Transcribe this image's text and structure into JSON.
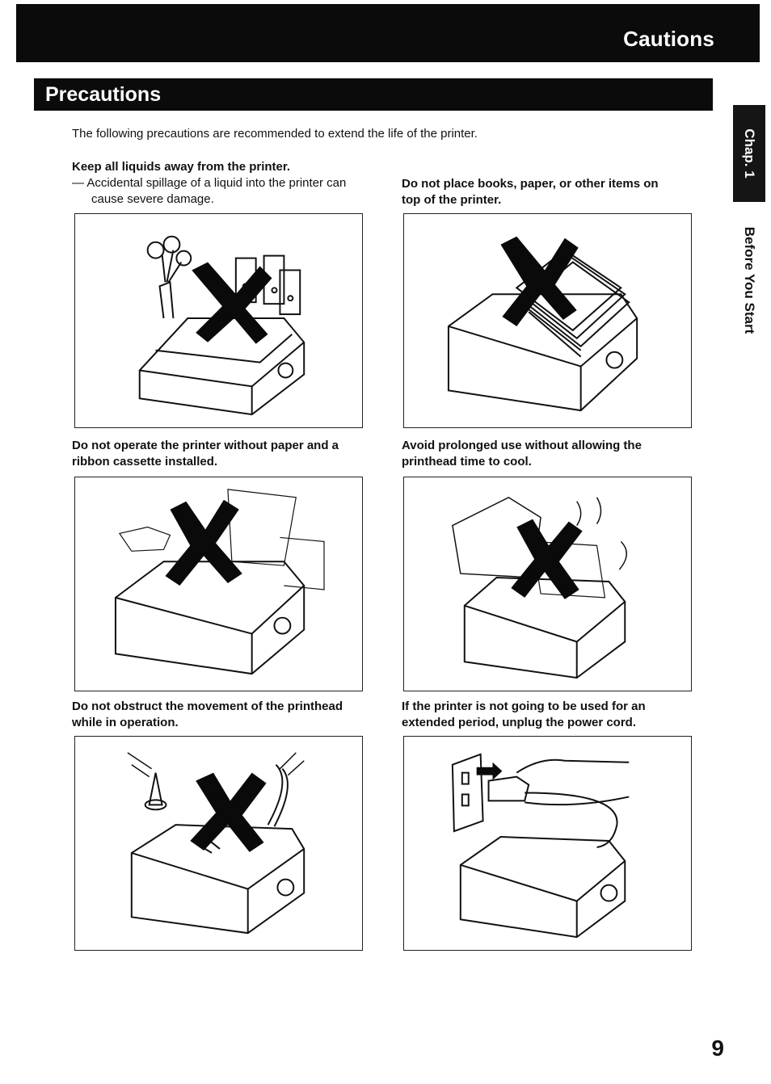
{
  "header": {
    "title": "Cautions"
  },
  "section": {
    "title": "Precautions"
  },
  "side_tab": {
    "chapter": "Chap. 1",
    "label": "Before You Start"
  },
  "intro": "The following precautions are recommended to extend the life of the printer.",
  "items": [
    {
      "heading": "Keep all liquids away from the printer.",
      "note": "— Accidental spillage of a liquid into the printer can cause severe damage."
    },
    {
      "heading": "Do not place books, paper, or other items on top of the printer."
    },
    {
      "heading": "Do not operate the printer without paper and a ribbon cassette installed."
    },
    {
      "heading": "Avoid prolonged use without allowing the printhead time to cool."
    },
    {
      "heading": "Do not obstruct the movement of the printhead while in operation."
    },
    {
      "heading": "If the printer is not going to be used for an extended period, unplug the power cord."
    }
  ],
  "page_number": "9"
}
